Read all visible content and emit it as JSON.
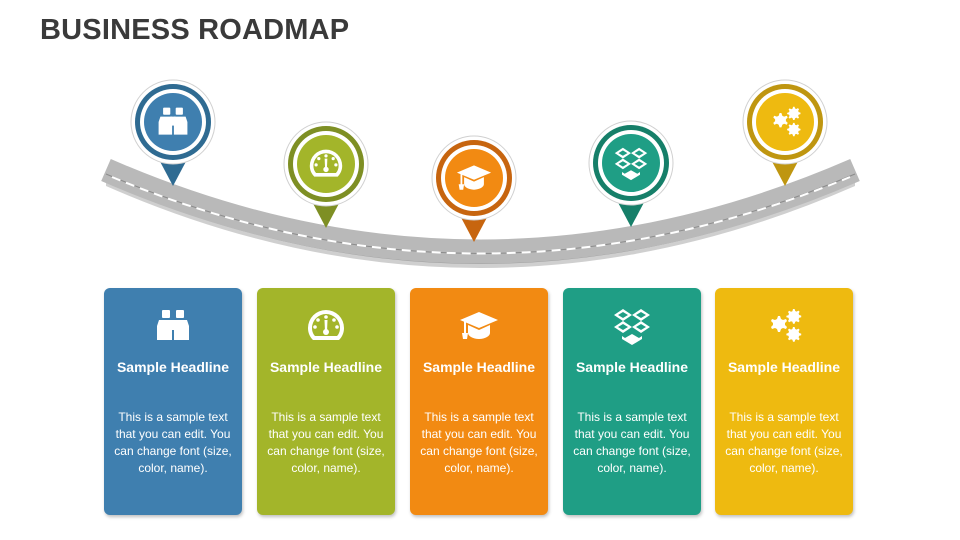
{
  "slide": {
    "title": "BUSINESS ROADMAP"
  },
  "colors": {
    "blue": "#3f7faf",
    "olive": "#a3b52a",
    "orange": "#f28a12",
    "teal": "#1f9e85",
    "yellow": "#eeba10",
    "road": "#aaaaaa",
    "pin_blue": "#2f6b92",
    "pin_olive": "#7e8f24",
    "pin_orange": "#c7650f",
    "pin_teal": "#167f69",
    "pin_yellow": "#bf9610"
  },
  "milestones": [
    {
      "icon": "binoculars-icon",
      "headline": "Sample Headline",
      "text": "This is a sample text that you can edit. You can change font (size, color, name)."
    },
    {
      "icon": "speedometer-icon",
      "headline": "Sample Headline",
      "text": "This is a sample text that you can edit. You can change font (size, color, name)."
    },
    {
      "icon": "graduation-cap-icon",
      "headline": "Sample Headline",
      "text": "This is a sample text that you can edit. You can change font (size, color, name)."
    },
    {
      "icon": "dropbox-icon",
      "headline": "Sample Headline",
      "text": "This is a sample text that you can edit. You can change font (size, color, name)."
    },
    {
      "icon": "gears-icon",
      "headline": "Sample Headline",
      "text": "This is a sample text that you can edit. You can change font (size, color, name)."
    }
  ]
}
